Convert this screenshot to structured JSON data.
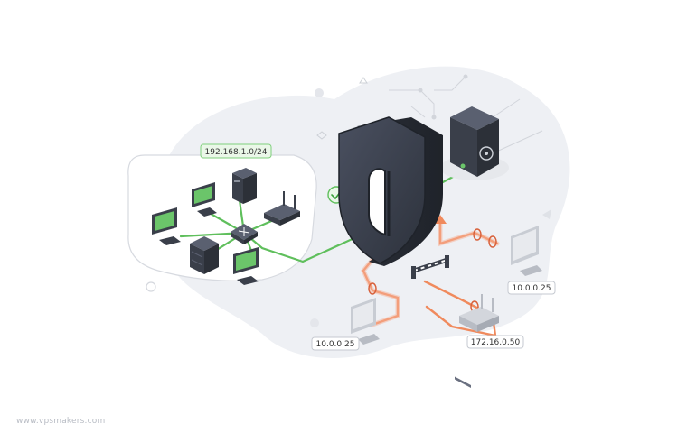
{
  "labels": {
    "subnet": "192.168.1.0/24",
    "right_host_ip": "10.0.0.25",
    "router_ip": "172.16.0.50",
    "left_host_ip": "10.0.0.25"
  },
  "watermark": "www.vpsmakers.com",
  "colors": {
    "allowed": "#5fbf5c",
    "blocked": "#f08a5d",
    "shield": "#3c424f",
    "device_dark": "#3a3f4a",
    "background_blob": "#eef0f4"
  }
}
